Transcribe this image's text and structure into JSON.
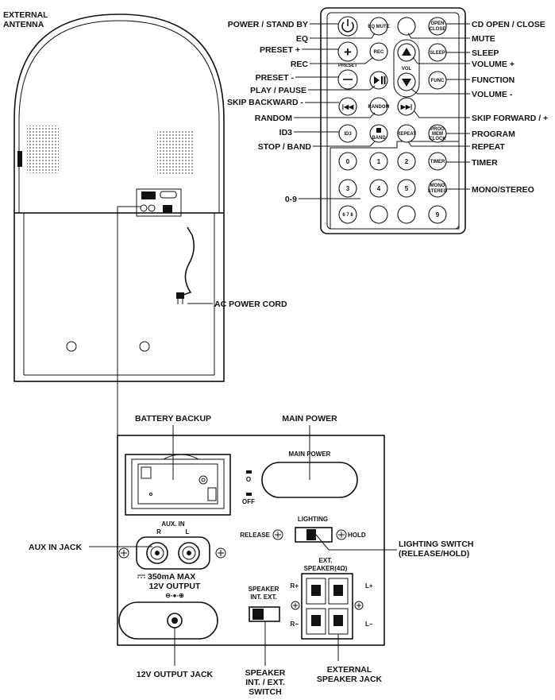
{
  "unit_labels": {
    "external_antenna": [
      "EXTERNAL",
      "ANTENNA"
    ],
    "ac_power_cord": "AC POWER CORD"
  },
  "remote_callouts": {
    "power_standby": "POWER / STAND BY",
    "eq": "EQ",
    "preset_plus": "PRESET +",
    "rec": "REC",
    "preset_minus": "PRESET -",
    "play_pause": "PLAY / PAUSE",
    "skip_backward": "SKIP BACKWARD -",
    "random": "RANDOM",
    "id3": "ID3",
    "stop_band": "STOP / BAND",
    "digits": "0-9",
    "cd_open_close": "CD OPEN / CLOSE",
    "mute": "MUTE",
    "sleep": "SLEEP",
    "volume_plus": "VOLUME +",
    "function": "FUNCTION",
    "volume_minus": "VOLUME -",
    "skip_forward": "SKIP FORWARD / +",
    "program": "PROGRAM",
    "repeat": "REPEAT",
    "timer": "TIMER",
    "mono_stereo": "MONO/STEREO"
  },
  "remote_buttons": {
    "eq_mute": "EQ MUTE",
    "open_close": [
      "OPEN",
      "CLOSE"
    ],
    "rec": "REC",
    "sleep": "SLEEP",
    "preset": "PRESET",
    "vol": "VOL",
    "func": "FUNC",
    "random": "RANDOM",
    "id3": "ID3",
    "stop_band": "BAND",
    "repeat": "REPEAT",
    "prog": [
      "PROG",
      "MEM",
      "CLOCK"
    ],
    "timer": "TIMER",
    "mono_stereo": [
      "MONO",
      "STEREO"
    ],
    "digit_0": "0",
    "digit_1": "1",
    "digit_2": "2",
    "digit_3": "3",
    "digit_4": "4",
    "digit_5": "5",
    "digits_678": "6 7 8",
    "digit_9": "9"
  },
  "panel_callouts": {
    "battery_backup": "BATTERY BACKUP",
    "main_power": "MAIN POWER",
    "aux_in_jack": "AUX IN JACK",
    "lighting_switch": [
      "LIGHTING SWITCH",
      "(RELEASE/HOLD)"
    ],
    "output_jack_12v": "12V OUTPUT JACK",
    "speaker_switch": [
      "SPEAKER",
      "INT. / EXT.",
      "SWITCH"
    ],
    "external_speaker_jack": [
      "EXTERNAL",
      "SPEAKER JACK"
    ]
  },
  "panel_markings": {
    "main_power": "MAIN POWER",
    "on": "O",
    "off": "OFF",
    "aux_in": "AUX.  IN",
    "aux_r": "R",
    "aux_l": "L",
    "lighting": "LIGHTING",
    "release": "RELEASE",
    "hold": "HOLD",
    "current": "350mA MAX",
    "output_12v": "12V OUTPUT",
    "polarity": "⊖-●-⊕",
    "ext_speaker": [
      "EXT.",
      "SPEAKER(4Ω)"
    ],
    "r_plus": "R+",
    "l_plus": "L+",
    "r_minus": "R−",
    "l_minus": "L−",
    "speaker": "SPEAKER",
    "int_ext": "INT.  EXT."
  }
}
